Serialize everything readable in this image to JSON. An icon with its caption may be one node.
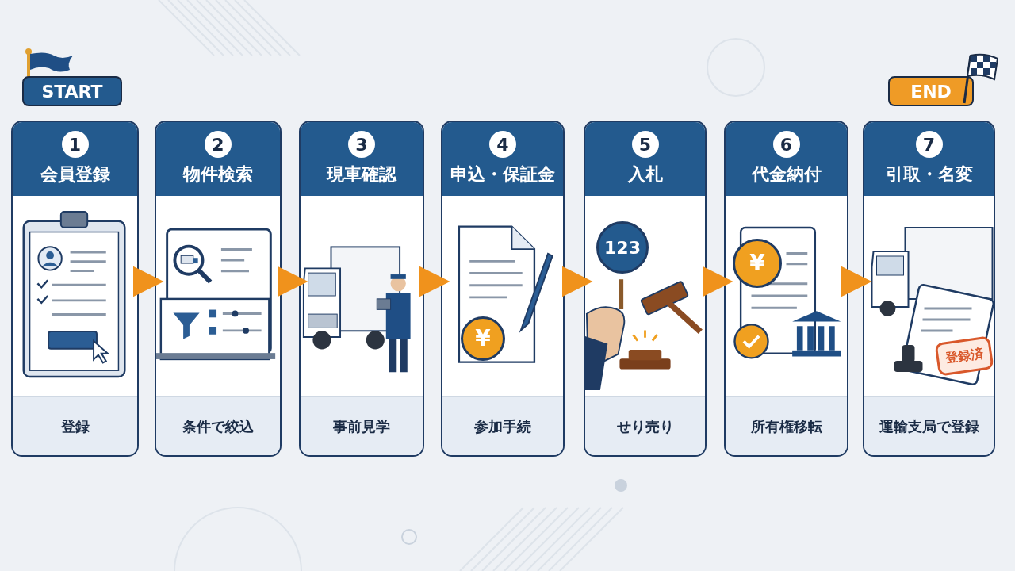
{
  "diagram": {
    "nodes": [
      {
        "text": [
          "START"
        ]
      },
      {
        "text": [
          "1",
          "会員登録",
          "登録"
        ]
      },
      {
        "text": [
          "2",
          "物件検索",
          "条件で絞込"
        ]
      },
      {
        "text": [
          "3",
          "現車確認",
          "事前見学"
        ]
      },
      {
        "text": [
          "4",
          "申込・保証金",
          "参加手続"
        ]
      },
      {
        "text": [
          "5",
          "入札",
          "せり売り"
        ]
      },
      {
        "text": [
          "6",
          "代金納付",
          "所有権移転"
        ]
      },
      {
        "text": [
          "7",
          "引取・名変",
          "運輸支局で登録"
        ]
      },
      {
        "text": [
          "END"
        ]
      }
    ],
    "edges": [
      {
        "from": 1,
        "to": 2,
        "arrow": "to"
      },
      {
        "from": 2,
        "to": 3,
        "arrow": "to"
      },
      {
        "from": 3,
        "to": 4,
        "arrow": "to"
      },
      {
        "from": 4,
        "to": 5,
        "arrow": "to"
      },
      {
        "from": 5,
        "to": 6,
        "arrow": "to"
      },
      {
        "from": 6,
        "to": 7,
        "arrow": "to"
      }
    ],
    "labels": [
      "¥",
      "123",
      "¥",
      "登録済"
    ]
  }
}
